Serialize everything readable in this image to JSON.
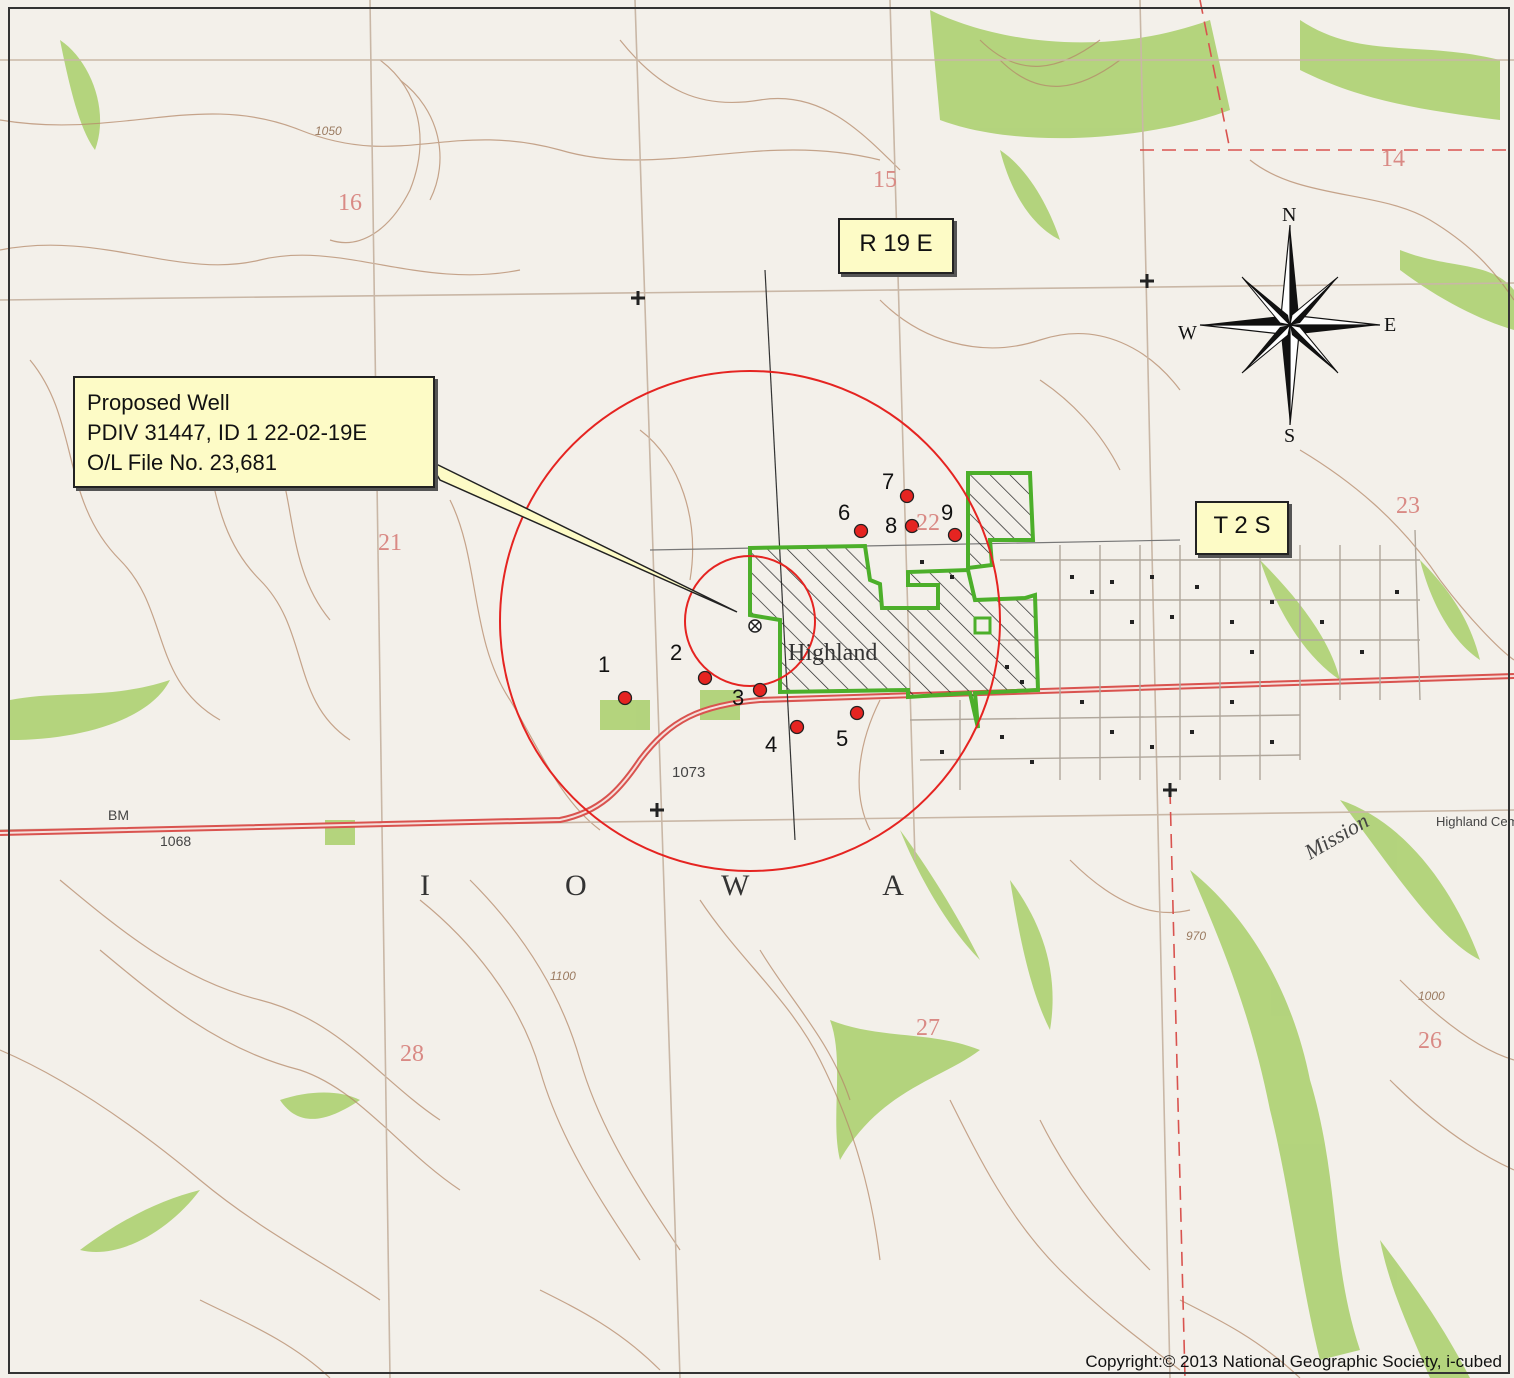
{
  "callout": {
    "line1": "Proposed Well",
    "line2": "PDIV 31447, ID 1 22-02-19E",
    "line3": "O/L File No. 23,681"
  },
  "range_label": "R 19 E",
  "township_label": "T 2 S",
  "compass": {
    "n": "N",
    "e": "E",
    "s": "S",
    "w": "W"
  },
  "wells": [
    "1",
    "2",
    "3",
    "4",
    "5",
    "6",
    "7",
    "8",
    "9"
  ],
  "section_numbers": [
    "16",
    "15",
    "14",
    "21",
    "22",
    "23",
    "28",
    "27",
    "26"
  ],
  "place_names": {
    "town": "Highland",
    "state": "I  O  W  A",
    "creek": "Mission",
    "cemetery": "Highland Cem"
  },
  "benchmarks": [
    "BM",
    "1068",
    "1073"
  ],
  "contour_values": [
    "1050",
    "1100",
    "1000",
    "970"
  ],
  "copyright": "Copyright:© 2013 National Geographic Society, i-cubed",
  "colors": {
    "radius_circle": "#e52421",
    "well_dot": "#e52421",
    "boundary": "#4caf2a",
    "contour": "#b58a6a",
    "vegetation": "#a8cf6a",
    "road": "#d9534f",
    "label_fill": "#fdfbc6"
  }
}
